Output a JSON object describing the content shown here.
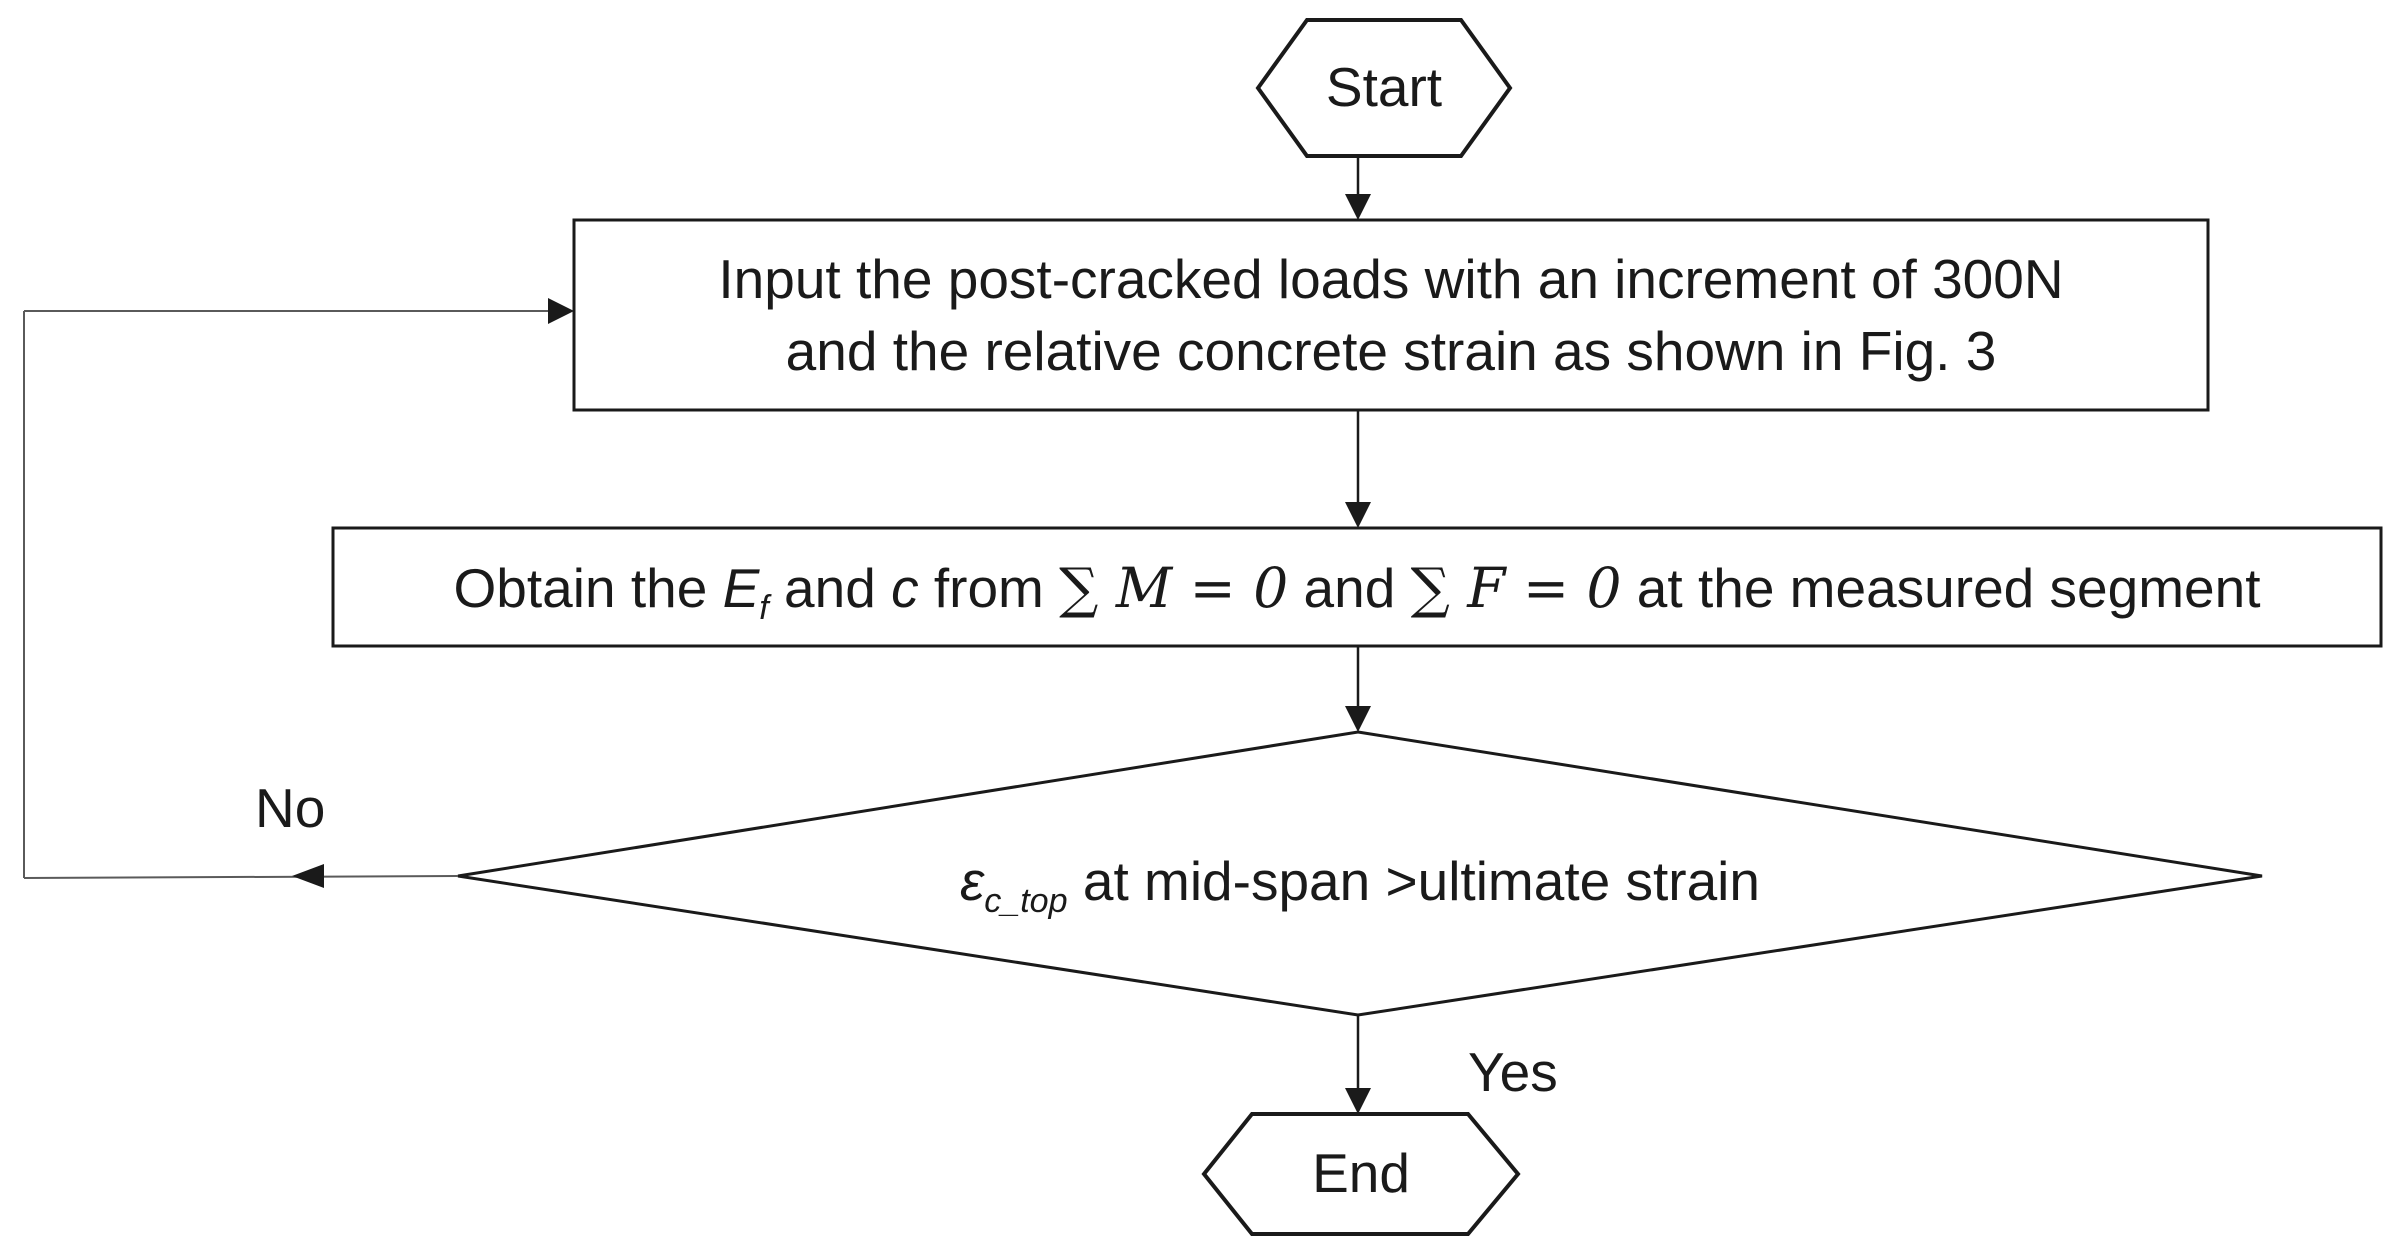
{
  "flowchart": {
    "start": {
      "label": "Start"
    },
    "input": {
      "line1": "Input the post-cracked loads with an increment of 300N",
      "line2": "and the relative concrete strain as shown in Fig. 3"
    },
    "obtain": {
      "prefix": "Obtain the ",
      "ef_symbol": "E",
      "ef_subscript": "f",
      "and_1": " and ",
      "c_symbol": "c",
      "from": " from ",
      "eq1": "∑ M = 0",
      "and_2": " and ",
      "eq2": "∑ F = 0",
      "suffix": " at the measured segment"
    },
    "decision": {
      "epsilon_symbol": "ε",
      "epsilon_subscript": "c_top",
      "text": " at mid-span >ultimate strain"
    },
    "end": {
      "label": "End"
    },
    "edges": {
      "no_label": "No",
      "yes_label": "Yes"
    }
  }
}
